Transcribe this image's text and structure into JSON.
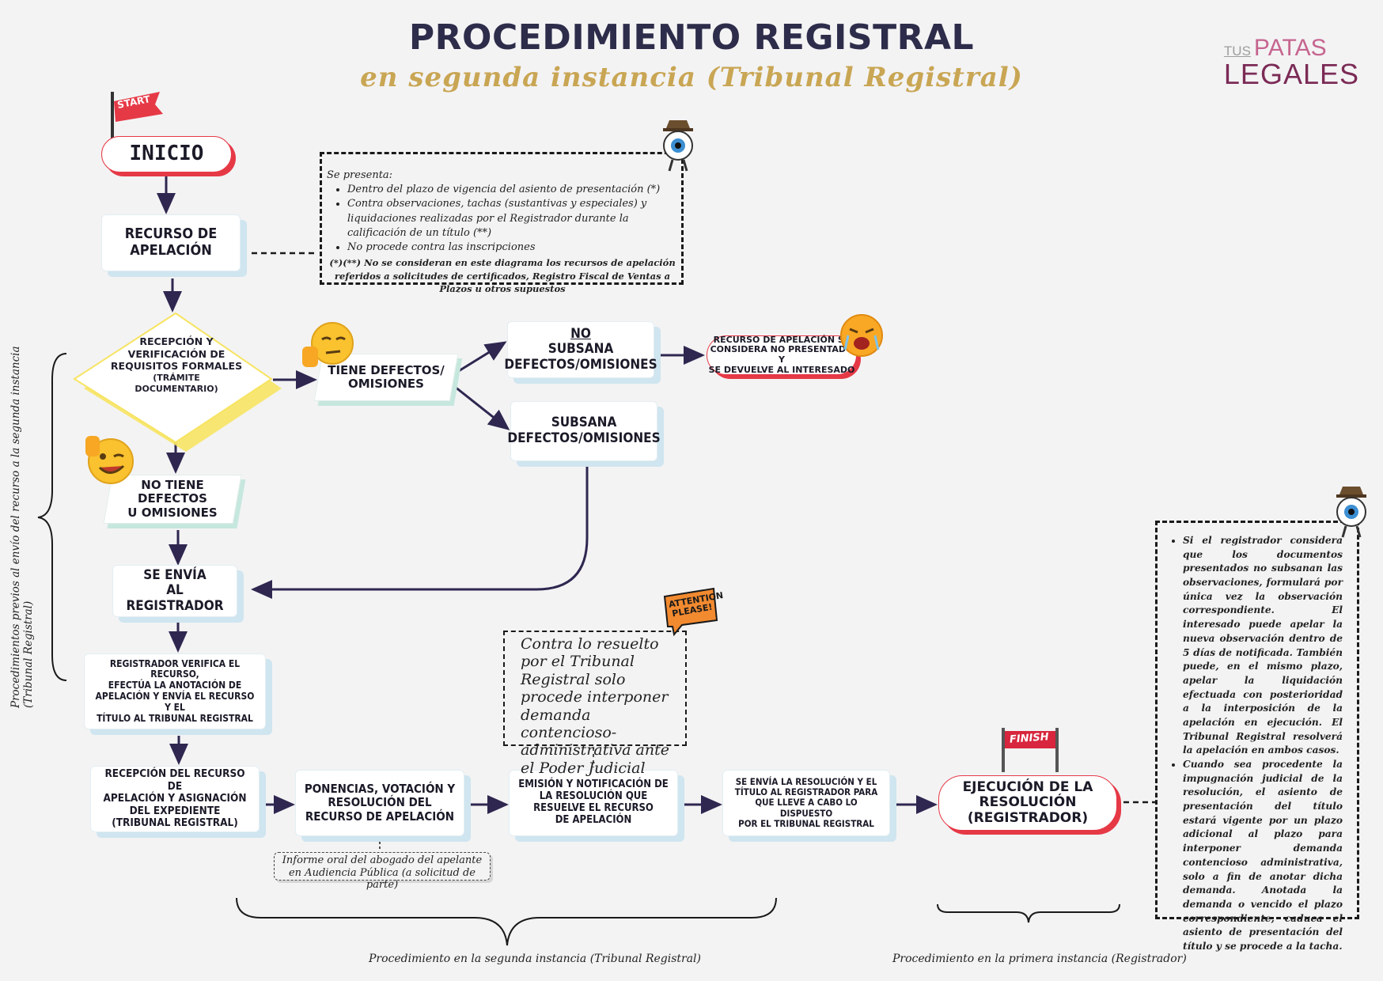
{
  "header": {
    "title": "PROCEDIMIENTO REGISTRAL",
    "subtitle": "en segunda instancia  (Tribunal Registral)"
  },
  "logo": {
    "tus": "TUS",
    "patas": "PATAS",
    "legales": "LEGALES"
  },
  "flags": {
    "start": "START",
    "finish": "FINISH",
    "attention": "ATTENTION PLEASE!"
  },
  "nodes": {
    "inicio": "INICIO",
    "recurso_1": "RECURSO  DE",
    "recurso_2": "APELACIÓN",
    "recepcion_1": "RECEPCIÓN Y",
    "recepcion_2": "VERIFICACIÓN DE",
    "recepcion_3": "REQUISITOS FORMALES",
    "recepcion_4": "(TRÁMITE",
    "recepcion_5": "DOCUMENTARIO)",
    "tiene_1": "TIENE DEFECTOS/",
    "tiene_2": "OMISIONES",
    "no_subsana_no": "NO",
    "no_subsana_1": " SUBSANA",
    "no_subsana_2": "DEFECTOS/OMISIONES",
    "no_presentado_1": "RECURSO DE APELACIÓN SE",
    "no_presentado_2": "CONSIDERA NO PRESENTADO Y",
    "no_presentado_3": "SE DEVUELVE AL INTERESADO",
    "subsana_1": "SUBSANA",
    "subsana_2": "DEFECTOS/OMISIONES",
    "no_tiene_1": "NO TIENE DEFECTOS",
    "no_tiene_2": "U OMISIONES",
    "envia_1": "SE ENVÍA",
    "envia_2": "AL REGISTRADOR",
    "verifica_1": "REGISTRADOR VERIFICA EL RECURSO,",
    "verifica_2": "EFECTÚA LA ANOTACIÓN DE",
    "verifica_3": "APELACIÓN Y ENVÍA EL RECURSO  Y EL",
    "verifica_4": "TÍTULO AL TRIBUNAL REGISTRAL",
    "asigna_1": "RECEPCIÓN DEL RECURSO DE",
    "asigna_2": "APELACIÓN Y ASIGNACIÓN",
    "asigna_3": "DEL EXPEDIENTE",
    "asigna_4": "(TRIBUNAL REGISTRAL)",
    "ponencias_1": "PONENCIAS, VOTACIÓN Y",
    "ponencias_2": "RESOLUCIÓN DEL",
    "ponencias_3": "RECURSO DE APELACIÓN",
    "emision_1": "EMISIÓN Y NOTIFICACIÓN DE",
    "emision_2": "LA RESOLUCIÓN QUE",
    "emision_3": "RESUELVE EL RECURSO",
    "emision_4": "DE APELACIÓN",
    "envia_res_1": "SE ENVÍA LA RESOLUCIÓN Y EL",
    "envia_res_2": "TÍTULO AL REGISTRADOR PARA",
    "envia_res_3": "QUE LLEVE A CABO LO DISPUESTO",
    "envia_res_4": "POR EL TRIBUNAL REGISTRAL",
    "ejecucion_1": "EJECUCIÓN DE LA",
    "ejecucion_2": "RESOLUCIÓN",
    "ejecucion_3": "(REGISTRADOR)"
  },
  "notes": {
    "presenta_title": "Se presenta:",
    "presenta_items": [
      "Dentro del plazo de vigencia del asiento de presentación (*)",
      "Contra observaciones, tachas (sustantivas y especiales) y liquidaciones realizadas por el Registrador durante la calificación de un título (**)",
      "No procede contra las inscripciones"
    ],
    "presenta_footnote": "(*)(**) No se consideran en este diagrama los recursos de apelación referidos a solicitudes de certificados, Registro Fiscal de Ventas a Plazos u otros supuestos",
    "contencioso": "Contra lo resuelto por el Tribunal Registral solo procede interponer demanda contencioso-administrativa ante el Poder Judicial",
    "informe": "Informe oral del abogado del apelante en Audiencia Pública (a solicitud de parte)",
    "registrador_items": [
      "Si el registrador considera que los documentos presentados no subsanan las observaciones, formulará por única vez la observación correspondiente. El interesado puede apelar la nueva observación dentro de 5 días de notificada. También puede, en el mismo plazo, apelar la liquidación efectuada con posterioridad a la interposición de la apelación en ejecución. El Tribunal Registral resolverá la apelación en ambos casos.",
      "Cuando sea procedente la impugnación judicial de la resolución, el asiento de presentación del título estará vigente por un plazo adicional al plazo para interponer demanda contencioso administrativa, solo a fin de anotar dicha demanda. Anotada la demanda o vencido el plazo correspondiente, caduca el asiento de presentación del título y se procede a la tacha."
    ]
  },
  "captions": {
    "left": "Procedimientos previos al envío del recurso a la segunda instancia (Tribunal Registral)",
    "second": "Procedimiento en la segunda instancia (Tribunal Registral)",
    "first": "Procedimiento  en la primera  instancia (Registrador)"
  },
  "colors": {
    "navy": "#2d2c4a",
    "gold": "#c9a654",
    "red": "#e63946",
    "yellow": "#f7e463",
    "arrow": "#2f2750"
  }
}
